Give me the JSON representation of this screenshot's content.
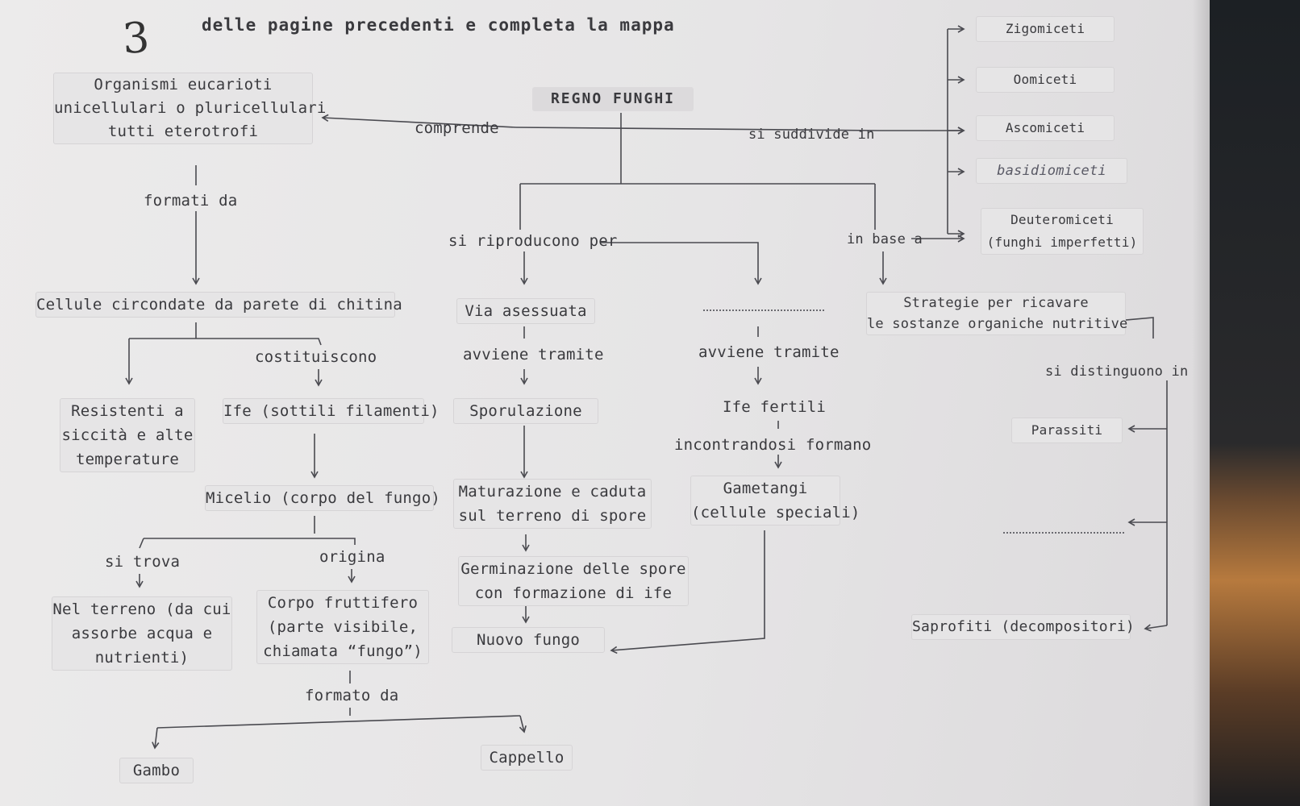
{
  "header": {
    "instruction": "delle pagine precedenti e completa la mappa"
  },
  "handwritten_number": "3",
  "root": {
    "label": "REGNO FUNGHI"
  },
  "nodes": {
    "organismi": [
      "Organismi eucarioti",
      "unicellulari o pluricellulari",
      "tutti eterotrofi"
    ],
    "cellule": "Cellule circondate da parete di chitina",
    "resistenti": [
      "Resistenti a",
      "siccità e alte",
      "temperature"
    ],
    "ife": "Ife (sottili filamenti)",
    "micelio": "Micelio (corpo del fungo)",
    "terreno": [
      "Nel terreno (da cui",
      "assorbe acqua e",
      "nutrienti)"
    ],
    "corpo": [
      "Corpo fruttifero",
      "(parte visibile,",
      "chiamata “fungo”)"
    ],
    "gambo": "Gambo",
    "cappello": "Cappello",
    "via_asessuata": "Via asessuata",
    "sporulazione": "Sporulazione",
    "maturazione": [
      "Maturazione e caduta",
      "sul terreno di spore"
    ],
    "germinazione": [
      "Germinazione delle spore",
      "con formazione di ife"
    ],
    "nuovo_fungo": "Nuovo fungo",
    "ife_fertili": "Ife fertili",
    "gametangi": [
      "Gametangi",
      "(cellule speciali)"
    ],
    "strategie": [
      "Strategie per ricavare",
      "le sostanze organiche nutritive"
    ],
    "parassiti": "Parassiti",
    "saprofiti": "Saprofiti (decompositori)",
    "zigomiceti": "Zigomiceti",
    "oomiceti": "Oomiceti",
    "ascomiceti": "Ascomiceti",
    "basidiomiceti": "basidiomiceti",
    "deuteromiceti": [
      "Deuteromiceti",
      "(funghi imperfetti)"
    ]
  },
  "connectors": {
    "comprende": "comprende",
    "formati_da": "formati da",
    "costituiscono": "costituiscono",
    "si_trova": "si trova",
    "origina": "origina",
    "formato_da": "formato da",
    "si_suddivide_in": "si suddivide in",
    "si_riproducono_per": "si riproducono per",
    "in_base_a": "in base a",
    "avviene_tramite_1": "avviene tramite",
    "avviene_tramite_2": "avviene tramite",
    "incontrandosi_formano": "incontrandosi formano",
    "si_distinguono_in": "si distinguono in"
  },
  "colors": {
    "ink": "#3a3a3e",
    "box": "#e6e5e6",
    "line": "#4a4a50"
  }
}
